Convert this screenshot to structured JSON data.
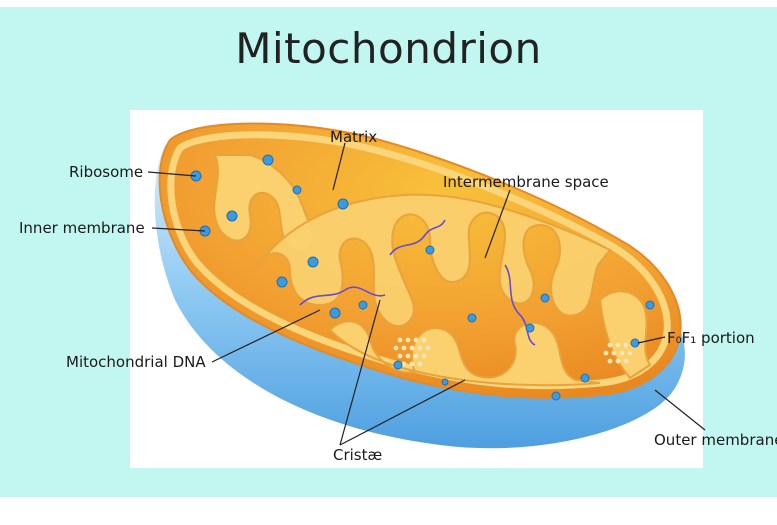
{
  "title": "Mitochondrion",
  "labels": {
    "matrix": "Matrix",
    "ribosome": "Ribosome",
    "intermembrane_space": "Intermembrane space",
    "inner_membrane": "Inner membrane",
    "mitochondrial_dna": "Mitochondrial DNA",
    "f0f1_portion": "F₀F₁ portion",
    "outer_membrane": "Outer membrane",
    "cristae": "Cristæ"
  },
  "colors": {
    "background": "#c2f7f1",
    "panel": "#ffffff",
    "outer_membrane": "#6fb6ea",
    "matrix": "#f19a2a",
    "intermembrane": "#f6b54a",
    "cristae_fill": "#fbd06e",
    "ribosome": "#3b9be0",
    "dna": "#6a4bd0"
  }
}
